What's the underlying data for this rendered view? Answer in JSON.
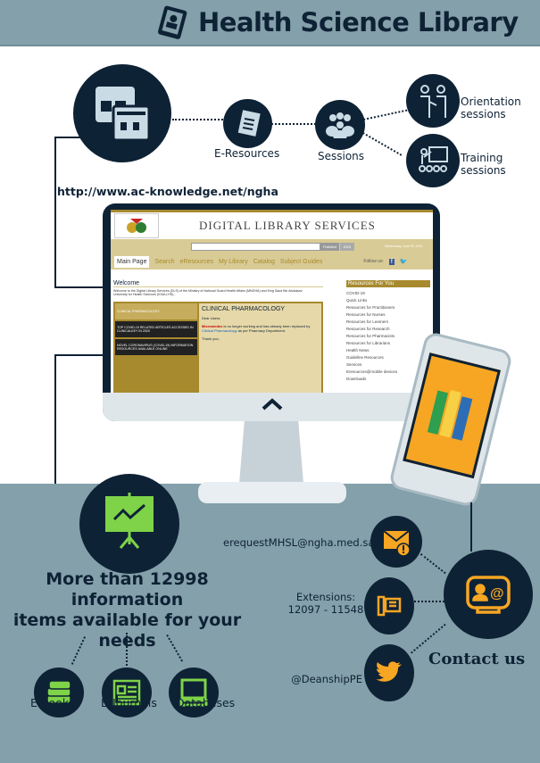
{
  "header": {
    "title": "Health Science Library",
    "icon": "magazine-icon"
  },
  "top": {
    "url": "http://www.ac-knowledge.net/ngha",
    "eresources": "E-Resources",
    "sessions": "Sessions",
    "orientation": [
      "Orientation",
      "sessions"
    ],
    "training": [
      "Training",
      "sessions"
    ]
  },
  "website": {
    "title": "DIGITAL LIBRARY SERVICES",
    "search_buttons": [
      "PubMed",
      "EDS"
    ],
    "date": "Wednesday, June 30, 2021",
    "nav": [
      "Main Page",
      "Search",
      "eResources",
      "My Library",
      "Catalog",
      "Subject Guides"
    ],
    "follow": "Follow us:",
    "welcome": "Welcome",
    "welcome_text": "Welcome to the Digital Library Services (DLS) of the Ministry of National Guard Health Affairs (MNGHA) and King Saud Bin Abdulaziz University for Health Sciences (KSAU-HS)...",
    "left_items": [
      "CLINICAL PHARMACOLOGY",
      "TOP COVID-19 RELATED ARTICLES ACCESSED IN CLINICALKEY IN 2020",
      "NOVEL CORONAVIRUS (COVID-19) INFORMATION RESOURCES AVAILABLE ONLINE"
    ],
    "article": {
      "title": "CLINICAL PHARMACOLOGY",
      "greeting": "Dear Users,",
      "highlight": "Micromedex",
      "body1": " is no longer working and has already been replaced by ",
      "link": "Clinical Pharmacology",
      "body2": " as per Pharmacy Department.",
      "thanks": "Thank you."
    },
    "resources_title": "Resources For You",
    "resources": [
      "COVID-19",
      "Quick Links",
      "Resources for Practitioners",
      "Resources for Nurses",
      "Resources for Learners",
      "Resources for Research",
      "Resources for Pharmacists",
      "Resources for Librarians",
      "Health News",
      "Guideline Resources",
      "Services",
      "Eresources@mobile devices",
      "Downloads"
    ]
  },
  "stats": {
    "headline": [
      "More than 12998 information",
      "items available for your needs"
    ],
    "items": [
      "E-Books",
      "E-Journals",
      "Databases"
    ]
  },
  "contact": {
    "email": "erequestMHSL@ngha.med.sa",
    "ext_label": "Extensions:",
    "ext": "12097 - 11548",
    "twitter": "@DeanshipPE",
    "title": "Contact us"
  },
  "colors": {
    "navy": "#0e2236",
    "slate": "#84a0aa",
    "green": "#7ed348",
    "orange": "#f6a623"
  }
}
